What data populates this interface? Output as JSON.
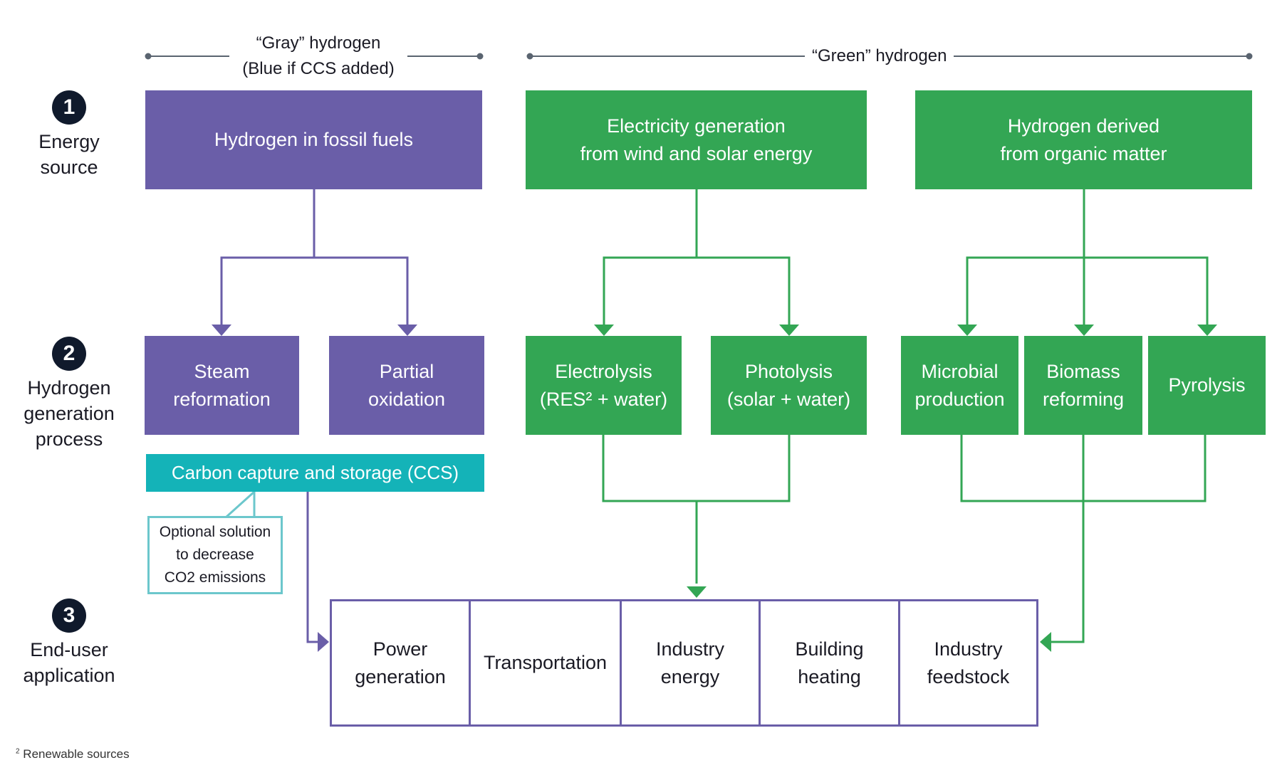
{
  "headers": {
    "gray": "“Gray” hydrogen\n(Blue if CCS added)",
    "green": "“Green” hydrogen"
  },
  "steps": [
    {
      "number": "1",
      "label": "Energy\nsource"
    },
    {
      "number": "2",
      "label": "Hydrogen\ngeneration\nprocess"
    },
    {
      "number": "3",
      "label": "End-user\napplication"
    }
  ],
  "sources": [
    {
      "label": "Hydrogen in fossil fuels",
      "category": "gray"
    },
    {
      "label": "Electricity generation\nfrom wind and solar energy",
      "category": "green"
    },
    {
      "label": "Hydrogen derived\nfrom organic matter",
      "category": "green"
    }
  ],
  "processes": [
    {
      "label": "Steam\nreformation",
      "category": "gray"
    },
    {
      "label": "Partial\noxidation",
      "category": "gray"
    },
    {
      "label": "Electrolysis\n(RES² + water)",
      "category": "green"
    },
    {
      "label": "Photolysis\n(solar + water)",
      "category": "green"
    },
    {
      "label": "Microbial\nproduction",
      "category": "green"
    },
    {
      "label": "Biomass\nreforming",
      "category": "green"
    },
    {
      "label": "Pyrolysis",
      "category": "green"
    }
  ],
  "ccs": {
    "label": "Carbon capture and storage (CCS)"
  },
  "callout": {
    "text": "Optional solution\nto decrease\nCO2 emissions"
  },
  "applications": [
    "Power\ngeneration",
    "Transportation",
    "Industry\nenergy",
    "Building\nheating",
    "Industry\nfeedstock"
  ],
  "footnote": {
    "mark": "2",
    "text": "Renewable sources"
  },
  "colors": {
    "gray_hydrogen": "#6a5ea8",
    "green_hydrogen": "#33a654",
    "ccs": "#14b3b8",
    "step_circle": "#101a2c"
  }
}
